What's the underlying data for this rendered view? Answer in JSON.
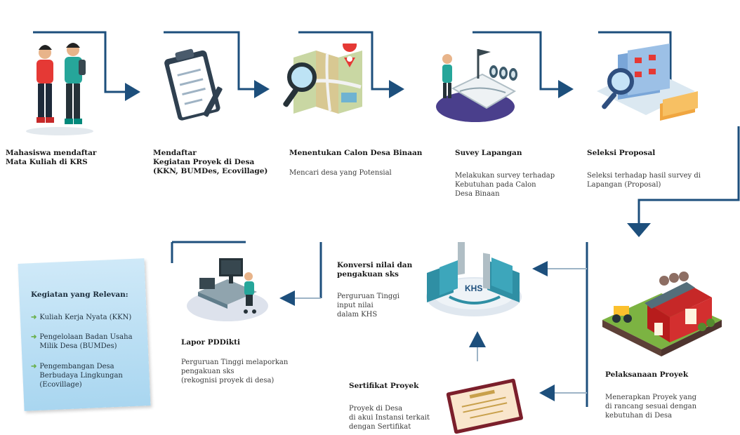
{
  "colors": {
    "navy": "#1d4f7c",
    "line": "#90a9bd",
    "green": "#6ab04c",
    "card": "#b7ddf3"
  },
  "steps": [
    {
      "title": "Mahasiswa mendaftar\nMata Kuliah di KRS",
      "desc": "",
      "icon": "students-icon"
    },
    {
      "title": "Mendaftar\nKegiatan Proyek di Desa\n(KKN, BUMDes, Ecovillage)",
      "desc": "",
      "icon": "clipboard-icon"
    },
    {
      "title": "Menentukan Calon Desa Binaan",
      "desc": "Mencari desa yang Potensial",
      "icon": "map-search-icon"
    },
    {
      "title": "Suvey Lapangan",
      "desc": "Melakukan survey terhadap\nKebutuhan pada Calon\nDesa Binaan",
      "icon": "survey-icon"
    },
    {
      "title": "Seleksi Proposal",
      "desc": "Seleksi terhadap hasil survey di\nLapangan (Proposal)",
      "icon": "proposal-icon"
    },
    {
      "title": "Pelaksanaan Proyek",
      "desc": "Menerapkan Proyek yang\ndi rancang sesuai dengan\nkebutuhan di Desa",
      "icon": "farm-icon"
    },
    {
      "title": "Sertifikat Proyek",
      "desc": "Proyek di Desa\ndi akui Instansi terkait\ndengan Sertifikat",
      "icon": "certificate-icon"
    },
    {
      "title": "Konversi nilai dan\npengakuan sks",
      "desc": "Perguruan Tinggi\ninput nilai\ndalam KHS",
      "icon": "khs-icon",
      "badge": "KHS"
    },
    {
      "title": "Lapor PDDikti",
      "desc": "Perguruan Tinggi melaporkan\npengakuan sks\n(rekognisi proyek di desa)",
      "icon": "computer-desk-icon"
    }
  ],
  "card": {
    "title": "Kegiatan yang Relevan:",
    "items": [
      "Kuliah Kerja Nyata (KKN)",
      "Pengelolaan Badan Usaha\nMilik Desa (BUMDes)",
      "Pengembangan Desa\nBerbudaya Lingkungan\n(Ecovillage)"
    ]
  }
}
